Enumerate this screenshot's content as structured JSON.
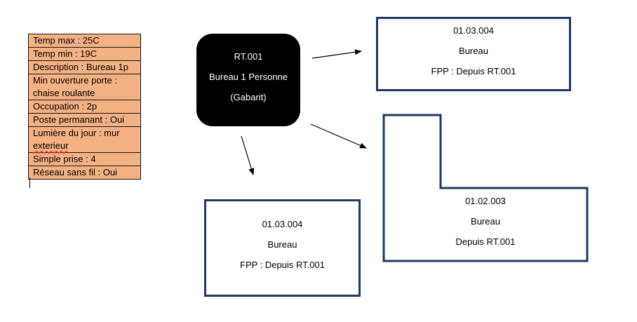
{
  "colors": {
    "table_fill": "#F4B183",
    "table_border": "#161616",
    "node_fill": "#000000",
    "node_text": "#FFFFFF",
    "room_border": "#1F3864",
    "arrow": "#000000",
    "misspell_underline": "#E03A2F"
  },
  "spec_table": {
    "rows": [
      {
        "text": "Temp max : 25C"
      },
      {
        "text": "Temp min : 19C"
      },
      {
        "text": "Description : Bureau 1p"
      },
      {
        "text": "Min ouverture porte : chaise roulante"
      },
      {
        "text": "Occupation : 2p"
      },
      {
        "text": "Poste permanant : Oui"
      },
      {
        "text": "Lumière du jour : mur",
        "misspelled": "exterieur"
      },
      {
        "text": "Simple prise : 4"
      },
      {
        "text": "Réseau sans fil : Oui"
      }
    ]
  },
  "template_node": {
    "id": "RT.001",
    "name": "Bureau 1 Personne",
    "type": "(Gabarit)"
  },
  "rooms": [
    {
      "id": "01.03.004",
      "name": "Bureau",
      "link": "FPP : Depuis RT.001",
      "shape": "rectangle"
    },
    {
      "id": "01.03.004",
      "name": "Bureau",
      "link": "FPP : Depuis RT.001",
      "shape": "rectangle"
    },
    {
      "id": "01.02.003",
      "name": "Bureau",
      "link": "Depuis RT.001",
      "shape": "l-shape"
    }
  ]
}
